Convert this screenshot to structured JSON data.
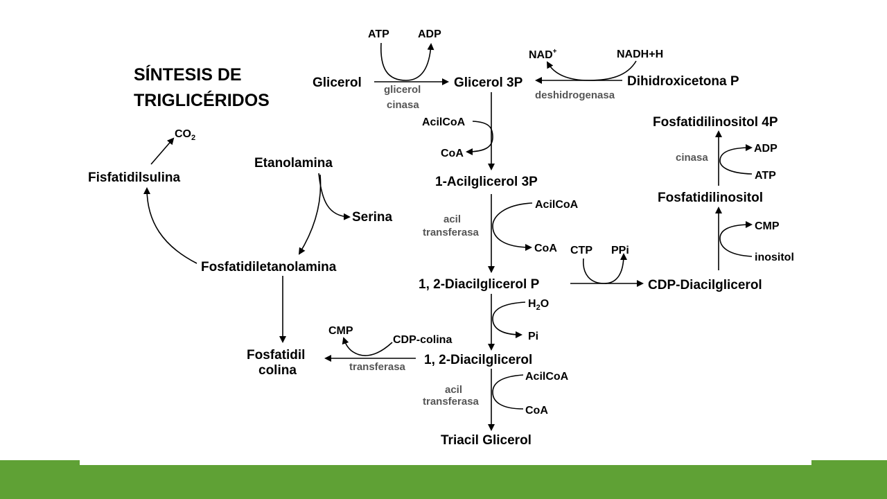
{
  "title": {
    "line1": "SÍNTESIS DE",
    "line2": "TRIGLICÉRIDOS"
  },
  "colors": {
    "footer_green": "#5fa135",
    "text": "#000000",
    "enzyme_text": "#555555"
  },
  "nodes": {
    "glicerol": "Glicerol",
    "glicerol_3p": "Glicerol 3P",
    "dihidroxicetona_p": "Dihidroxicetona P",
    "acilglicerol_3p": "1-Acilglicerol 3P",
    "diacilglicerol_p": "1, 2-Diacilglicerol P",
    "diacilglicerol": "1, 2-Diacilglicerol",
    "triacil_glicerol": "Triacil Glicerol",
    "cdp_diacilglicerol": "CDP-Diacilglicerol",
    "fosfatidilinositol": "Fosfatidilinositol",
    "fosfatidilinositol_4p": "Fosfatidilinositol 4P",
    "fosfatidiletanolamina": "Fosfatidiletanolamina",
    "etanolamina": "Etanolamina",
    "serina": "Serina",
    "fisfatidilsulina": "Fisfatidilsulina",
    "fosfatidil_colina_line1": "Fosfatidil",
    "fosfatidil_colina_line2": "colina"
  },
  "cofactors": {
    "atp": "ATP",
    "adp": "ADP",
    "nad": "NAD",
    "nad_sup": "+",
    "nadh": "NADH+H",
    "acilcoa_1": "AcilCoA",
    "coa_1": "CoA",
    "acilcoa_2": "AcilCoA",
    "coa_2": "CoA",
    "ctp": "CTP",
    "ppi": "PPi",
    "h2o_h": "H",
    "h2o_sub": "2",
    "h2o_o": "O",
    "pi": "Pi",
    "acilcoa_3": "AcilCoA",
    "coa_3": "CoA",
    "adp_2": "ADP",
    "atp_2": "ATP",
    "cmp_1": "CMP",
    "inositol": "inositol",
    "co2": "CO",
    "co2_sub": "2",
    "cmp_2": "CMP",
    "cdp_colina_a": "CDP",
    "cdp_colina_b": "-colina"
  },
  "enzymes": {
    "glicerol_cinasa_1": "glicerol",
    "glicerol_cinasa_2": "cinasa",
    "deshidrogenasa": "deshidrogenasa",
    "acil_transferasa_1a": "acil",
    "acil_transferasa_1b": "transferasa",
    "acil_transferasa_2a": "acil",
    "acil_transferasa_2b": "transferasa",
    "cinasa": "cinasa",
    "transferasa": "transferasa"
  }
}
